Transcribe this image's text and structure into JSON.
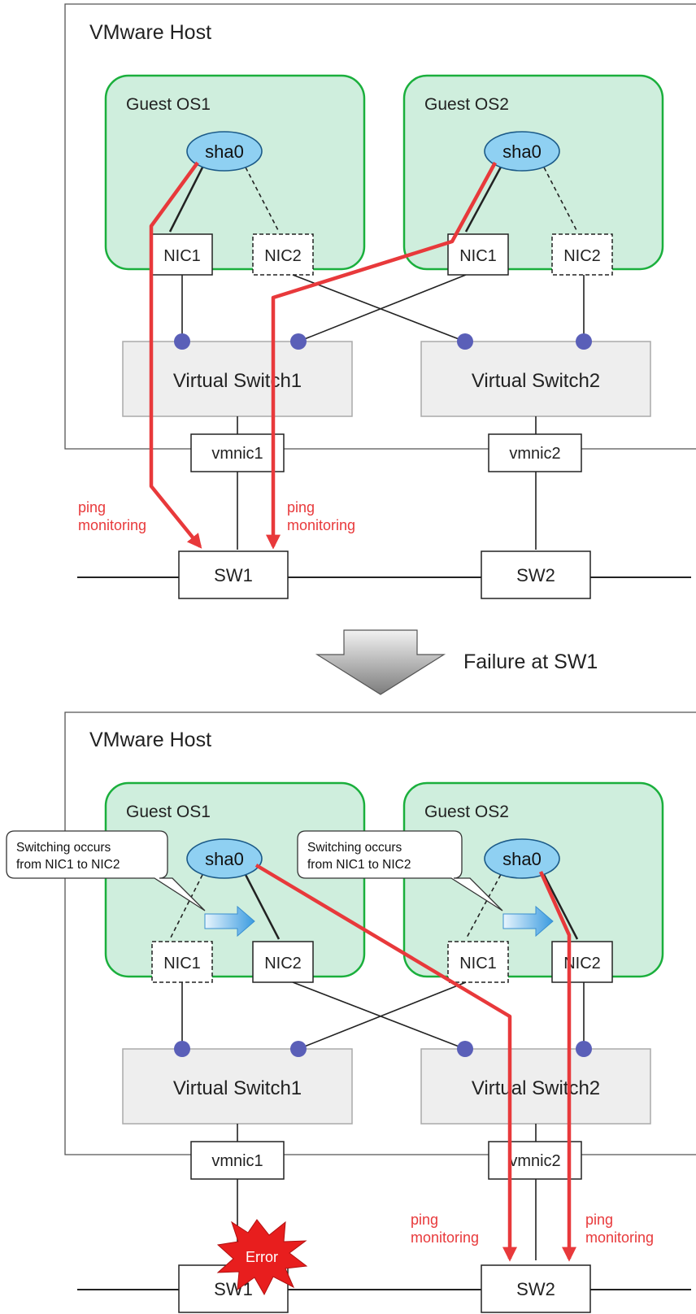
{
  "colors": {
    "monitor_path": "#e8393b",
    "guest_fill": "#cfeedd",
    "guest_border": "#1aaf3c",
    "sha_fill": "#8fd0f2",
    "switch_fill": "#eeeeee",
    "port": "#5a5fb8",
    "error": "#e81e1e"
  },
  "before": {
    "host_label": "VMware Host",
    "guest1": {
      "label": "Guest OS1",
      "sha": "sha0",
      "nic1": "NIC1",
      "nic2": "NIC2"
    },
    "guest2": {
      "label": "Guest OS2",
      "sha": "sha0",
      "nic1": "NIC1",
      "nic2": "NIC2"
    },
    "vswitch1": "Virtual Switch1",
    "vswitch2": "Virtual Switch2",
    "vmnic1": "vmnic1",
    "vmnic2": "vmnic2",
    "sw1": "SW1",
    "sw2": "SW2",
    "ping_left": [
      "ping",
      "monitoring"
    ],
    "ping_right": [
      "ping",
      "monitoring"
    ]
  },
  "transition": {
    "label": "Failure at SW1"
  },
  "after": {
    "host_label": "VMware Host",
    "guest1": {
      "label": "Guest OS1",
      "sha": "sha0",
      "nic1": "NIC1",
      "nic2": "NIC2"
    },
    "guest2": {
      "label": "Guest OS2",
      "sha": "sha0",
      "nic1": "NIC1",
      "nic2": "NIC2"
    },
    "callout1": [
      "Switching occurs",
      "from NIC1 to NIC2"
    ],
    "callout2": [
      "Switching occurs",
      "from NIC1 to NIC2"
    ],
    "vswitch1": "Virtual Switch1",
    "vswitch2": "Virtual Switch2",
    "vmnic1": "vmnic1",
    "vmnic2": "vmnic2",
    "sw1": "SW1",
    "sw2": "SW2",
    "error": "Error",
    "ping_left": [
      "ping",
      "monitoring"
    ],
    "ping_right": [
      "ping",
      "monitoring"
    ]
  }
}
